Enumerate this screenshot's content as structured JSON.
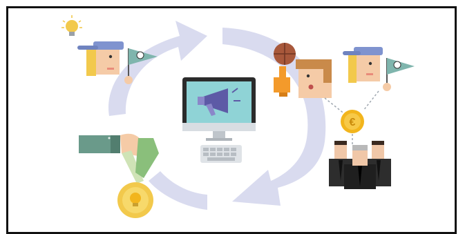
{
  "diagram": {
    "description_free": true,
    "colors": {
      "frame": "#111111",
      "cycle_arrow": "#d9dbef",
      "cap": "#7f93cf",
      "skin": "#f5cba7",
      "hair": "#f2c94c",
      "flag": "#7fb5ad",
      "monitor": "#2b2b2b",
      "screen": "#8fd3d6",
      "megaphone": "#5d5aa6",
      "coin": "#f2b51d",
      "medal": "#f2c94c",
      "ribbon": "#8abf7b",
      "sleeve": "#6a9a8a",
      "suit": "#2d2d2d",
      "foam_hand": "#f39a2b",
      "ball": "#a8583b"
    },
    "nodes": [
      {
        "id": "top-left",
        "icons": [
          "lightbulb-icon",
          "fan-with-cap-icon",
          "soccer-flag-icon"
        ]
      },
      {
        "id": "center",
        "icons": [
          "computer-monitor-icon",
          "megaphone-icon",
          "keyboard-icon"
        ]
      },
      {
        "id": "top-right",
        "icons": [
          "basketball-icon",
          "foam-hand-icon",
          "surprised-fan-icon",
          "fan-with-cap-icon",
          "soccer-flag-icon"
        ]
      },
      {
        "id": "right",
        "icons": [
          "euro-coin-icon",
          "businessmen-group-icon"
        ]
      },
      {
        "id": "bottom-left",
        "icons": [
          "hand-icon",
          "ribbon-icon",
          "medal-icon",
          "lightbulb-icon"
        ]
      }
    ],
    "coin_symbol": "€",
    "cycle": {
      "direction": "clockwise",
      "arrows": 3
    }
  }
}
